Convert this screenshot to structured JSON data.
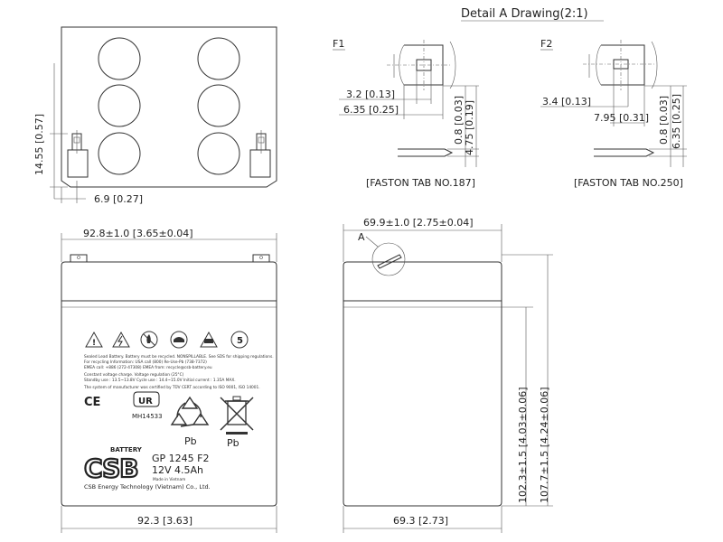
{
  "detail": {
    "title": "Detail A Drawing(2:1)",
    "callout": "A"
  },
  "top_view": {
    "dim_height": "14.55 [0.57]",
    "dim_terminal": "6.9 [0.27]"
  },
  "f1": {
    "label": "F1",
    "dim_a": "3.2 [0.13]",
    "dim_b": "6.35 [0.25]",
    "dim_c": "0.8 [0.03]",
    "dim_d": "4.75 [0.19]",
    "caption": "[FASTON TAB NO.187]"
  },
  "f2": {
    "label": "F2",
    "dim_a": "3.4 [0.13]",
    "dim_b": "7.95 [0.31]",
    "dim_c": "0.8 [0.03]",
    "dim_d": "6.35 [0.25]",
    "caption": "[FASTON TAB NO.250]"
  },
  "front_view": {
    "dim_top_width": "92.8±1.0 [3.65±0.04]",
    "dim_bottom_width": "92.3 [3.63]"
  },
  "side_view": {
    "dim_top_width": "69.9±1.0 [2.75±0.04]",
    "dim_bottom_width": "69.3 [2.73]",
    "dim_case_height": "102.3±1.5 [4.03±0.06]",
    "dim_total_height": "107.7±1.5 [4.24±0.06]"
  },
  "label": {
    "warning_text": [
      "Sealed Lead Battery. Battery must be recycled. NONSPILLABLE. See SDS for shipping regulations.",
      "For recycling Information: USA call (800) Re-Use-Pb (738-7372)",
      "EMEA call: +886 (272-47308)    EMEA from: recycle@csb-battery.eu",
      "Constant voltage charge. Voltage regulation (25°C)",
      "Standby use : 13.5~13.8V    Cycle use : 14.4~15.0V    Initial current : 1.35A MAX.",
      "The system of manufacturer was certified by TÜV CERT according to ISO 9001, ISO 14001."
    ],
    "ce": "CE",
    "ul": "MH14533",
    "pb1": "Pb",
    "pb2": "Pb",
    "battery_word": "BATTERY",
    "logo": "CSB",
    "model": "GP 1245 F2",
    "rating": "12V 4.5Ah",
    "made_in": "Made in Vietnam",
    "company": "CSB Energy Technology (Vietnam) Co., Ltd."
  }
}
